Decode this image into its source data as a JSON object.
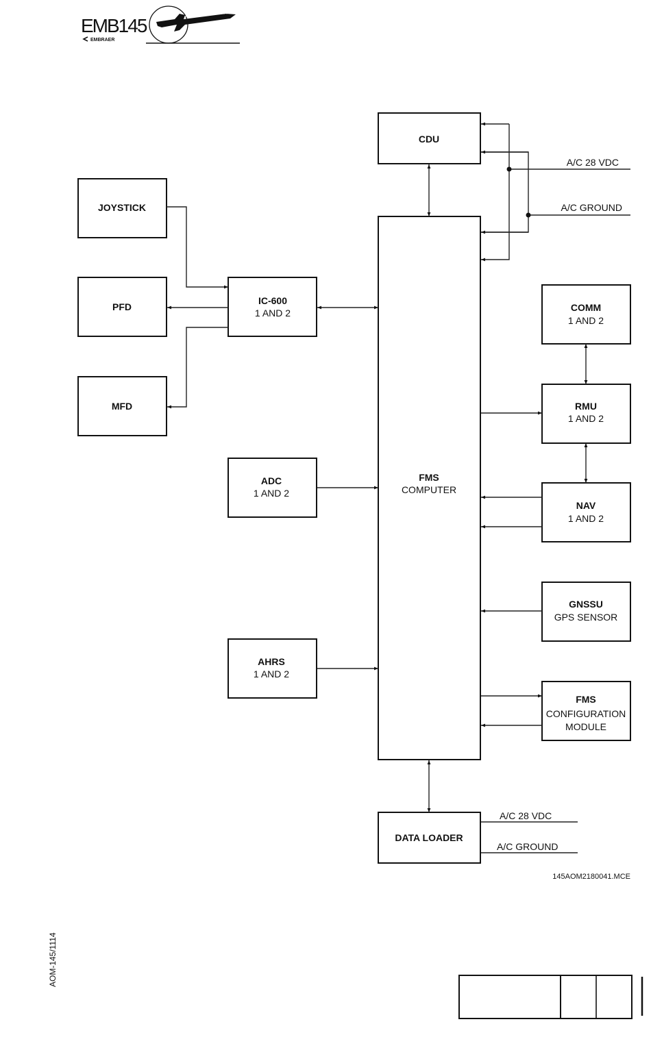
{
  "header": {
    "logo_model": "EMB145",
    "logo_brand": "EMBRAER"
  },
  "blocks": {
    "cdu": {
      "title": "CDU",
      "sub": ""
    },
    "joystick": {
      "title": "JOYSTICK",
      "sub": ""
    },
    "pfd": {
      "title": "PFD",
      "sub": ""
    },
    "mfd": {
      "title": "MFD",
      "sub": ""
    },
    "ic600": {
      "title": "IC-600",
      "sub": "1 AND  2"
    },
    "adc": {
      "title": "ADC",
      "sub": "1 AND  2"
    },
    "ahrs": {
      "title": "AHRS",
      "sub": "1 AND  2"
    },
    "fms": {
      "title": "FMS",
      "sub": "COMPUTER"
    },
    "comm": {
      "title": "COMM",
      "sub": "1 AND  2"
    },
    "rmu": {
      "title": "RMU",
      "sub": "1 AND  2"
    },
    "nav": {
      "title": "NAV",
      "sub": "1 AND  2"
    },
    "gnssu": {
      "title": "GNSSU",
      "sub": "GPS  SENSOR"
    },
    "fmscfg": {
      "title": "FMS",
      "sub": "CONFIGURATION",
      "sub2": "MODULE"
    },
    "dataloader": {
      "title": "DATA  LOADER",
      "sub": ""
    }
  },
  "power": {
    "top_vdc": "A/C  28  VDC",
    "top_ground": "A/C  GROUND",
    "dl_vdc": "A/C  28  VDC",
    "dl_ground": "A/C  GROUND"
  },
  "connections": [
    {
      "from": "joystick",
      "to": "ic600",
      "direction": "one-way"
    },
    {
      "from": "ic600",
      "to": "pfd",
      "direction": "one-way"
    },
    {
      "from": "ic600",
      "to": "mfd",
      "direction": "one-way"
    },
    {
      "from": "ic600",
      "to": "fms",
      "direction": "two-way"
    },
    {
      "from": "cdu",
      "to": "fms",
      "direction": "two-way"
    },
    {
      "from": "adc",
      "to": "fms",
      "direction": "one-way"
    },
    {
      "from": "ahrs",
      "to": "fms",
      "direction": "one-way"
    },
    {
      "from": "fms",
      "to": "rmu",
      "direction": "one-way"
    },
    {
      "from": "comm",
      "to": "rmu",
      "direction": "two-way"
    },
    {
      "from": "rmu",
      "to": "nav",
      "direction": "two-way"
    },
    {
      "from": "nav",
      "to": "fms",
      "direction": "one-way",
      "count": 2
    },
    {
      "from": "gnssu",
      "to": "fms",
      "direction": "one-way"
    },
    {
      "from": "fms",
      "to": "fmscfg",
      "direction": "one-way"
    },
    {
      "from": "fmscfg",
      "to": "fms",
      "direction": "one-way"
    },
    {
      "from": "fms",
      "to": "dataloader",
      "direction": "two-way"
    },
    {
      "from": "power_vdc",
      "to": "cdu",
      "direction": "one-way"
    },
    {
      "from": "power_vdc",
      "to": "fms",
      "direction": "one-way"
    },
    {
      "from": "power_ground",
      "to": "cdu",
      "direction": "one-way"
    },
    {
      "from": "power_ground",
      "to": "fms",
      "direction": "one-way"
    }
  ],
  "footer": {
    "drawing_id": "145AOM2180041.MCE",
    "doc_code": "AOM-145/1114"
  }
}
